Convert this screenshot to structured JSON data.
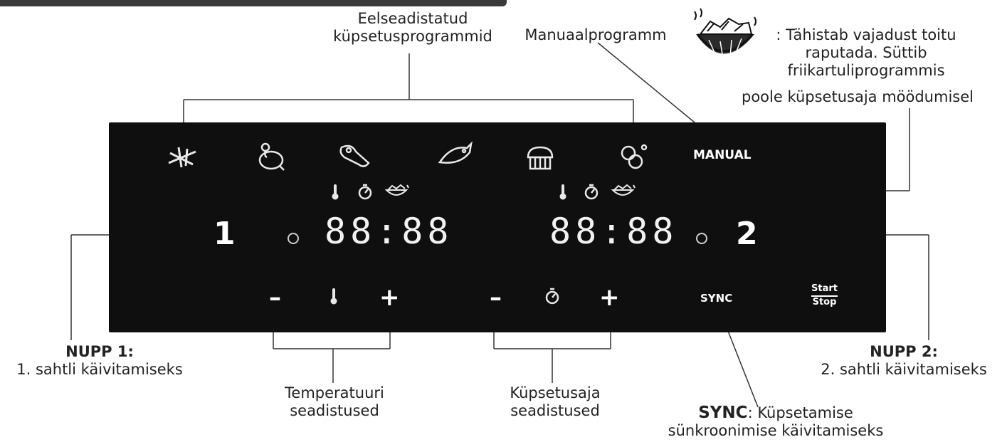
{
  "annotations": {
    "preset_programs": [
      "Eelseadistatud",
      "küpsetusprogrammid"
    ],
    "manual_program": "Manuaalprogramm",
    "shake_note": [
      ": Tähistab vajadust toitu",
      "raputada. Süttib",
      "friikartuliprogrammis",
      "poole küpsetusaja möödumisel"
    ],
    "button1_title": "NUPP 1:",
    "button1_desc": "1. sahtli käivitamiseks",
    "button2_title": "NUPP 2:",
    "button2_desc": "2. sahtli käivitamiseks",
    "temp_settings": [
      "Temperatuuri",
      "seadistused"
    ],
    "time_settings": [
      "Küpsetusaja",
      "seadistused"
    ],
    "sync_word": "SYNC",
    "sync_note": [
      ": Küpsetamise",
      "sünkroonimise käivitamiseks"
    ]
  },
  "panel": {
    "program_icons": [
      "fries-icon",
      "chicken-icon",
      "meat-icon",
      "fish-icon",
      "cake-icon",
      "vegetables-icon"
    ],
    "manual_label": "MANUAL",
    "zone1_number": "1",
    "zone2_number": "2",
    "display1": "88:88",
    "display2": "88:88",
    "minus": "–",
    "plus": "+",
    "sync_label": "SYNC",
    "start_label": "Start",
    "stop_label": "Stop"
  }
}
